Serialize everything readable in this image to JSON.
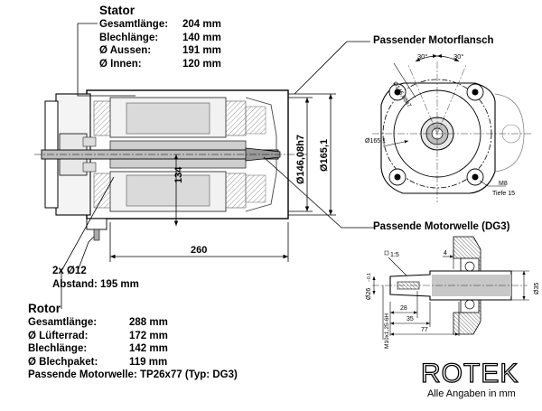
{
  "stator": {
    "title": "Stator",
    "rows": [
      {
        "label": "Gesamtlänge:",
        "value": "204 mm"
      },
      {
        "label": "Blechlänge:",
        "value": "140 mm"
      },
      {
        "label": "Ø Aussen:",
        "value": "191 mm"
      },
      {
        "label": "Ø Innen:",
        "value": "120 mm"
      }
    ]
  },
  "rotor": {
    "title": "Rotor",
    "rows": [
      {
        "label": "Gesamtlänge:",
        "value": "288 mm"
      },
      {
        "label": "Ø Lüfterrad:",
        "value": "172 mm"
      },
      {
        "label": "Blechlänge:",
        "value": "142 mm"
      },
      {
        "label": "Ø Blechpaket:",
        "value": "119 mm"
      },
      {
        "label": "Passende Motorwelle:",
        "value": "TP26x77 (Typ: DG3)"
      }
    ]
  },
  "callouts": {
    "flange": "Passender Motorflansch",
    "shaft": "Passende Motorwelle (DG3)",
    "holes": "2x Ø12",
    "distance": "Abstand: 195 mm"
  },
  "dimensions": {
    "d_146": "Ø146,08h7",
    "d_165": "Ø165,1",
    "h_134": "134",
    "len_260": "260",
    "angle_a": "30°",
    "angle_b": "30°",
    "flange_d146": "Ø146,08h7",
    "flange_d165": "Ø165,1",
    "m8": "M8",
    "tiefe": "Tiefe 15",
    "s_4": "4",
    "s_taper": "1:5",
    "s_d26": "Ø26",
    "s_d26_tol": "−0,1",
    "s_28": "28",
    "s_35": "35",
    "s_77": "77",
    "s_m10": "M10x1,25-6H",
    "s_d35": "Ø35"
  },
  "logo": "ROTEK",
  "note": "Alle Angaben in mm"
}
